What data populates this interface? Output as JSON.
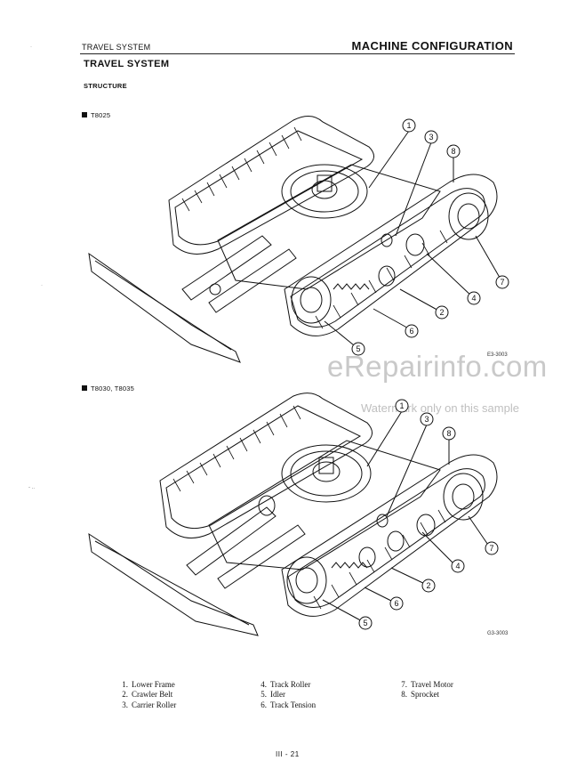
{
  "header": {
    "section_left": "TRAVEL SYSTEM",
    "section_right": "MACHINE CONFIGURATION"
  },
  "section_title": "TRAVEL SYSTEM",
  "subsection_title": "STRUCTURE",
  "figures": [
    {
      "model_label": "T8025",
      "figure_code": "E3-3003",
      "callouts": [
        "1",
        "3",
        "8",
        "7",
        "4",
        "2",
        "6",
        "5"
      ]
    },
    {
      "model_label": "T8030, T8035",
      "figure_code": "G3-3003",
      "callouts": [
        "1",
        "3",
        "8",
        "7",
        "4",
        "2",
        "6",
        "5"
      ]
    }
  ],
  "watermark": {
    "brand": "eRepairinfo.com",
    "notice": "Watermark only on this sample"
  },
  "legend": {
    "col1": [
      {
        "num": "1.",
        "label": "Lower Frame"
      },
      {
        "num": "2.",
        "label": "Crawler Belt"
      },
      {
        "num": "3.",
        "label": "Carrier Roller"
      }
    ],
    "col2": [
      {
        "num": "4.",
        "label": "Track Roller"
      },
      {
        "num": "5.",
        "label": "Idler"
      },
      {
        "num": "6.",
        "label": "Track Tension"
      }
    ],
    "col3": [
      {
        "num": "7.",
        "label": "Travel Motor"
      },
      {
        "num": "8.",
        "label": "Sprocket"
      }
    ]
  },
  "page_number": "III - 21",
  "colors": {
    "ink": "#111111",
    "watermark": "#c9c9c9"
  }
}
